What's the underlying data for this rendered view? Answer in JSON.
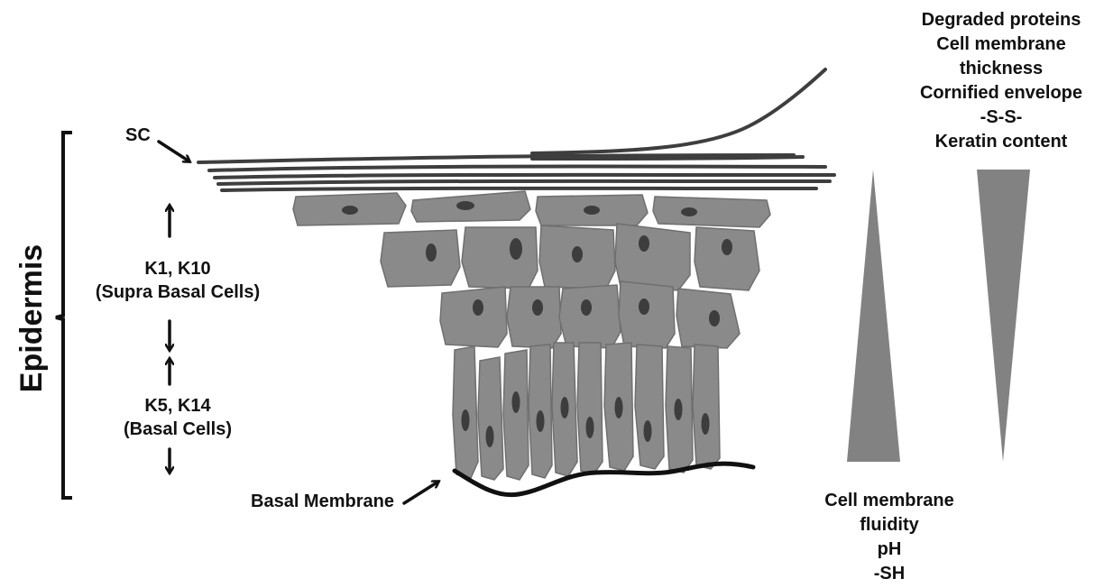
{
  "labels": {
    "epidermis": "Epidermis",
    "sc": "SC",
    "supra_markers": "K1, K10",
    "supra_cells": "(Supra Basal Cells)",
    "basal_markers": "K5, K14",
    "basal_cells": "(Basal Cells)",
    "basal_membrane": "Basal Membrane"
  },
  "increasing_outward": [
    "Degraded proteins",
    "Cell membrane",
    "thickness",
    "Cornified envelope",
    "-S-S-",
    "Keratin content"
  ],
  "increasing_inward": [
    "Cell membrane",
    "fluidity",
    "pH",
    "-SH"
  ],
  "colors": {
    "cell": "#8a8a8a",
    "nucleus": "#3d3d3d",
    "stratum_corneum": "#3e3e3e",
    "triangle": "#828282"
  }
}
